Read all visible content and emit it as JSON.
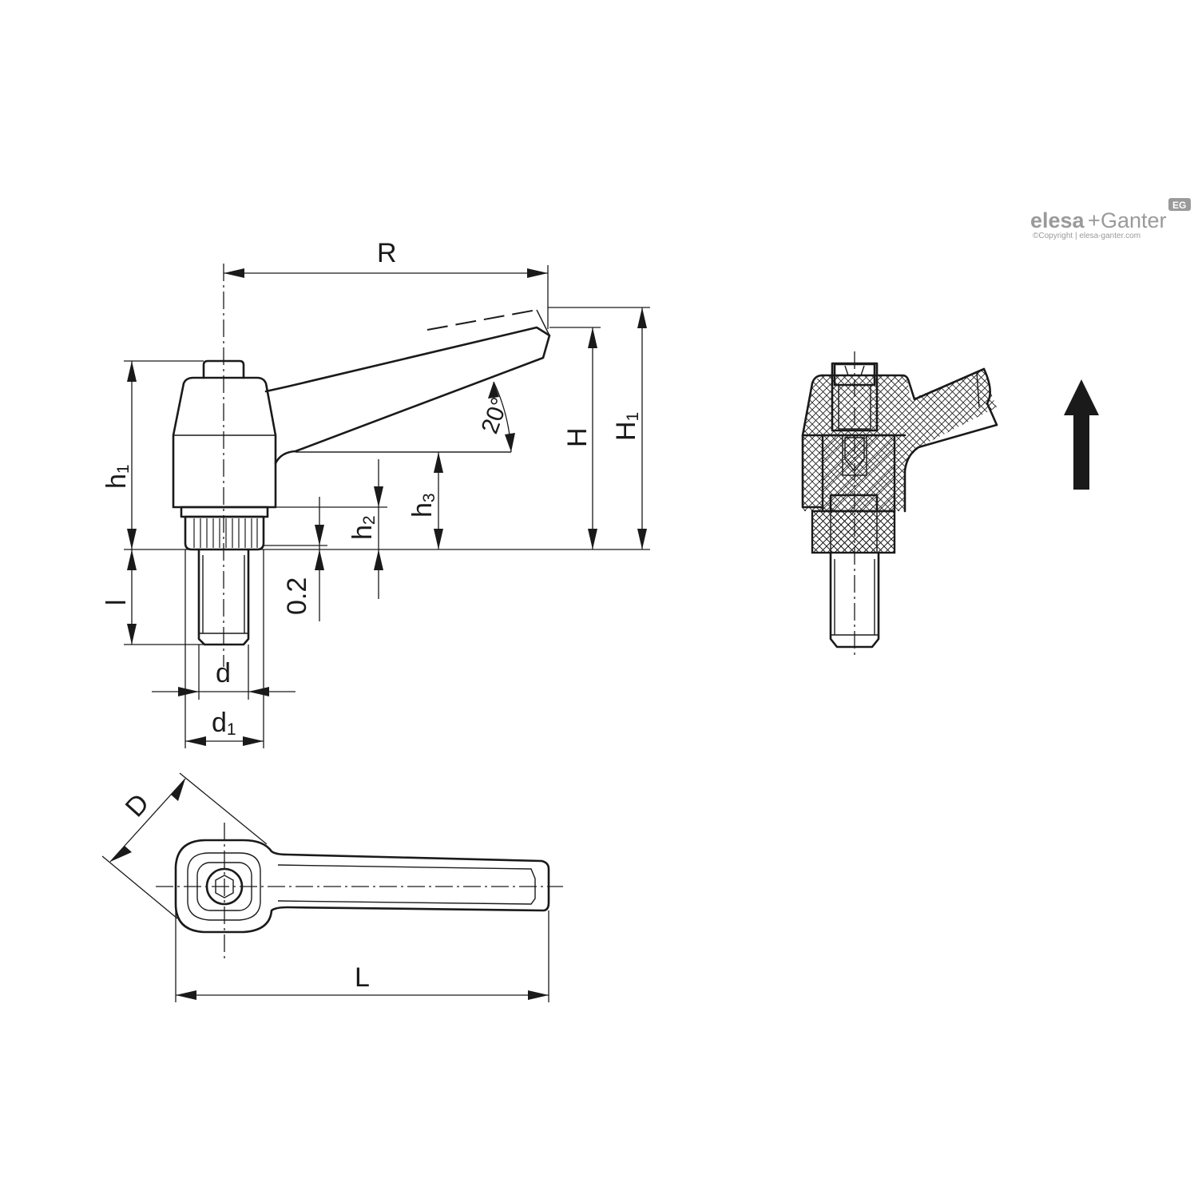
{
  "brand": {
    "logo_left": "elesa",
    "logo_plus": "+",
    "logo_right": "Ganter",
    "badge": "EG",
    "copyright": "©Copyright | elesa-ganter.com"
  },
  "dimensions": {
    "R": "R",
    "H": "H",
    "H1_main": "H",
    "H1_sub": "1",
    "h1_main": "h",
    "h1_sub": "1",
    "h2_main": "h",
    "h2_sub": "2",
    "h3_main": "h",
    "h3_sub": "3",
    "l": "l",
    "gap": "0.2",
    "d": "d",
    "d1_main": "d",
    "d1_sub": "1",
    "D": "D",
    "L": "L",
    "angle": "20°"
  }
}
